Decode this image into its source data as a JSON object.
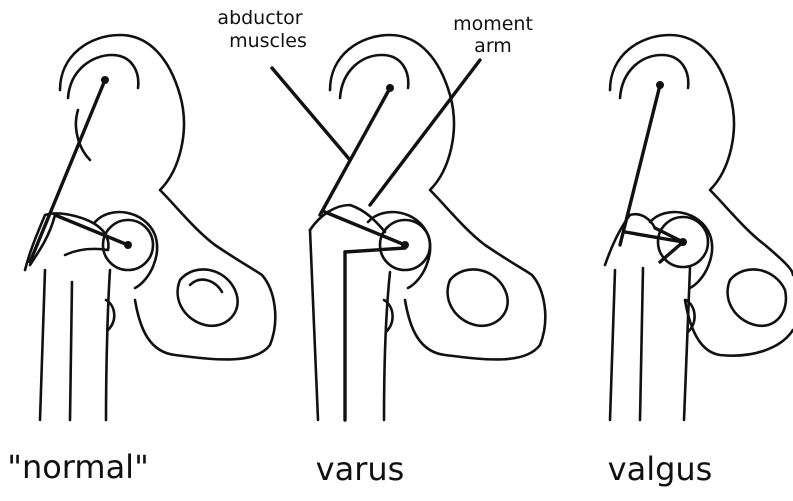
{
  "annotations": {
    "abductor_line1": "abductor",
    "abductor_line2": "muscles",
    "moment_line1": "moment",
    "moment_line2": "arm"
  },
  "captions": {
    "normal": "\"normal\"",
    "varus": "varus",
    "valgus": "valgus"
  },
  "colors": {
    "ink": "#111111",
    "background": "#ffffff"
  }
}
